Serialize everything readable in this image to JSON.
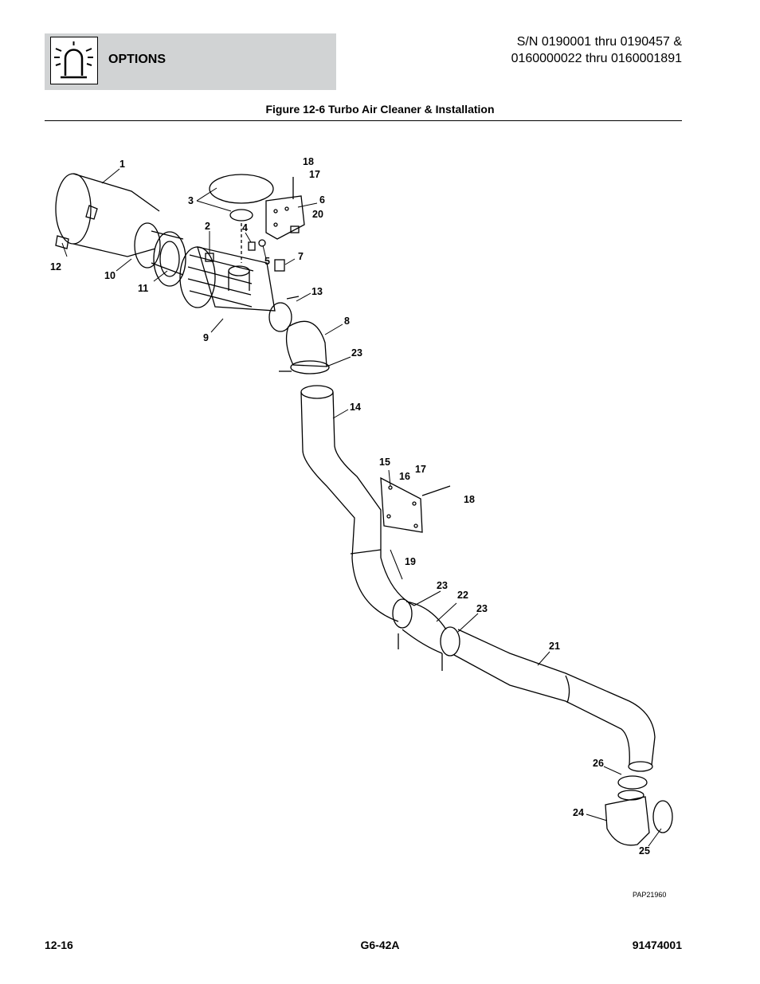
{
  "header": {
    "section_label": "OPTIONS",
    "icon": "options-lamp-icon",
    "serial_line1": "S/N 0190001 thru 0190457 &",
    "serial_line2": "0160000022 thru 0160001891"
  },
  "figure": {
    "title": "Figure 12-6 Turbo Air Cleaner & Installation",
    "drawing_id": "PAP21960",
    "callouts": [
      "1",
      "2",
      "3",
      "4",
      "5",
      "6",
      "7",
      "8",
      "9",
      "10",
      "11",
      "12",
      "13",
      "14",
      "15",
      "16",
      "17",
      "17",
      "18",
      "18",
      "19",
      "20",
      "21",
      "22",
      "23",
      "23",
      "23",
      "24",
      "25",
      "26"
    ]
  },
  "footer": {
    "page_number": "12-16",
    "model": "G6-42A",
    "part_number": "91474001"
  }
}
